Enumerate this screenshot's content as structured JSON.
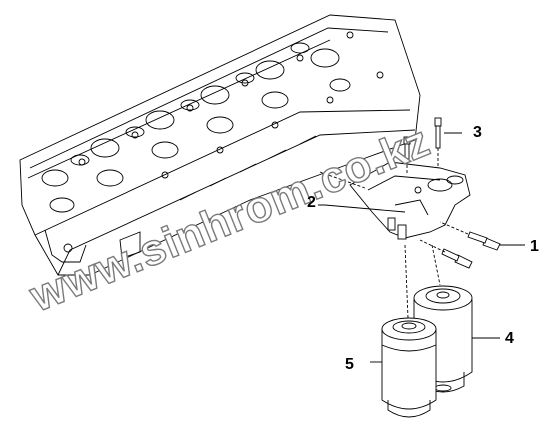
{
  "callouts": [
    "1",
    "2",
    "3",
    "4",
    "5"
  ],
  "watermark": "www.sinhrom.co.kz"
}
